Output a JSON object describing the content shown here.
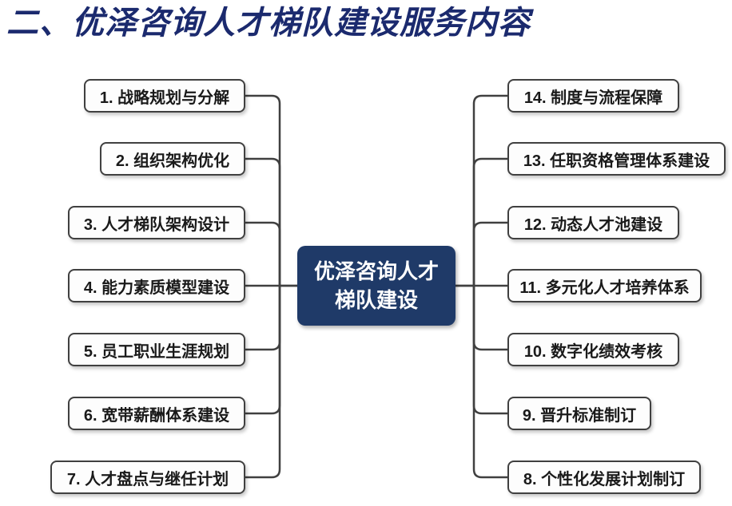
{
  "title": "二、优泽咨询人才梯队建设服务内容",
  "center_node": {
    "line1": "优泽咨询人才",
    "line2": "梯队建设"
  },
  "left_branches": [
    "1. 战略规划与分解",
    "2. 组织架构优化",
    "3. 人才梯队架构设计",
    "4. 能力素质模型建设",
    "5. 员工职业生涯规划",
    "6. 宽带薪酬体系建设",
    "7. 人才盘点与继任计划"
  ],
  "right_branches": [
    "14. 制度与流程保障",
    "13. 任职资格管理体系建设",
    "12. 动态人才池建设",
    "11. 多元化人才培养体系",
    "10. 数字化绩效考核",
    "9. 晋升标准制订",
    "8. 个性化发展计划制订"
  ],
  "colors": {
    "title_text": "#1b2a6e",
    "center_node_bg": "#1f3a68",
    "center_node_text": "#ffffff",
    "node_border": "#404040",
    "node_text": "#1a1a1a",
    "connector": "#404040"
  }
}
